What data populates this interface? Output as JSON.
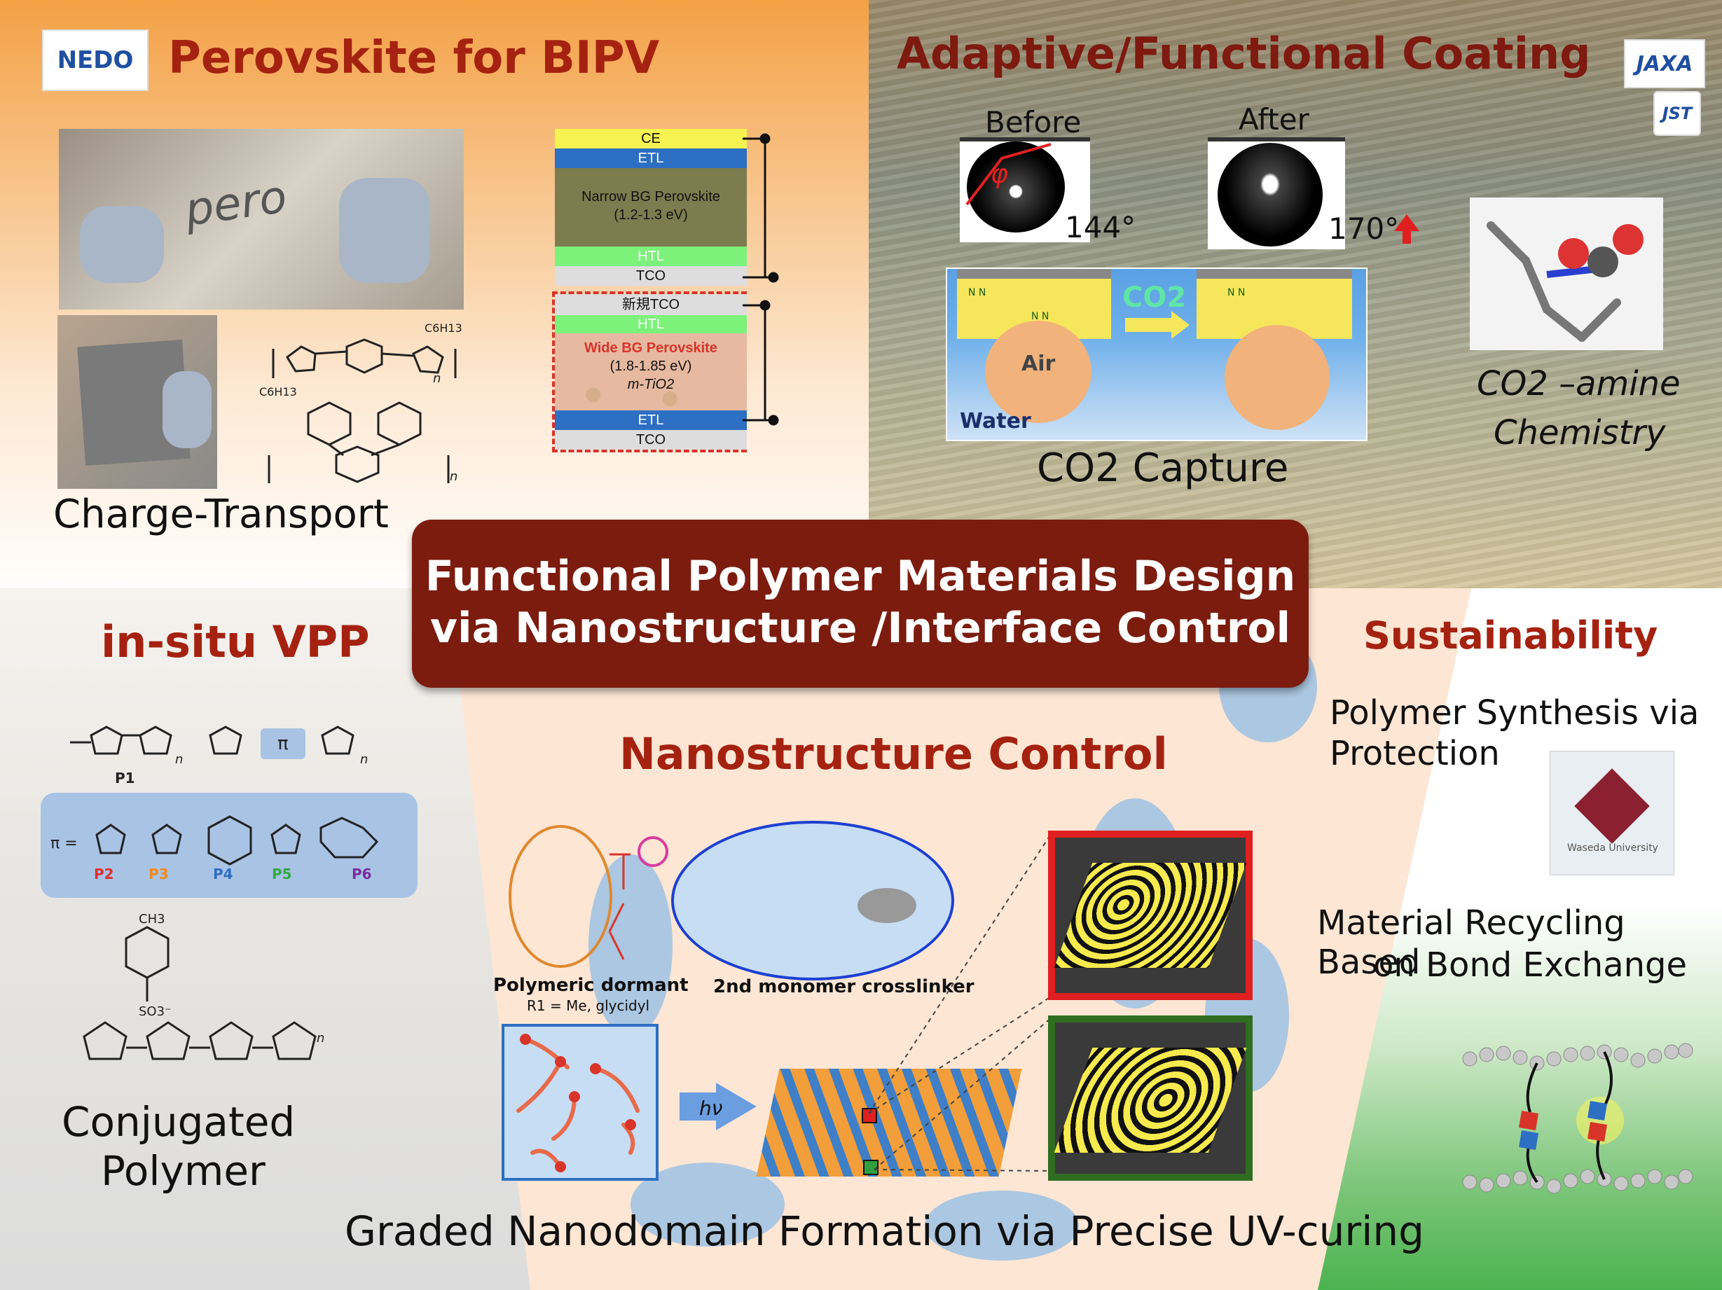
{
  "logos": {
    "nedo": "NEDO",
    "jaxa": "JAXA",
    "jst": "JST"
  },
  "top_left": {
    "title": "Perovskite for BIPV",
    "photo_text": "pero",
    "caption": "Charge-Transport",
    "molecule_labels": {
      "c6h13": "C6H13",
      "n": "n"
    },
    "stack": [
      "CE",
      "ETL",
      "Narrow BG Perovskite",
      "(1.2-1.3 eV)",
      "HTL",
      "TCO",
      "新規TCO",
      "HTL",
      "Wide BG Perovskite",
      "(1.8-1.85 eV)",
      "m-TiO2",
      "ETL",
      "TCO"
    ]
  },
  "top_right": {
    "title": "Adaptive/Functional Coating",
    "before": "Before",
    "after": "After",
    "angle_before": "144°",
    "angle_after": "170°",
    "phi": "φ",
    "co2": "CO2",
    "air": "Air",
    "water": "Water",
    "nn": "N N",
    "capture": "CO2 Capture",
    "chem_line1": "CO2 –amine",
    "chem_line2": "Chemistry"
  },
  "banner": {
    "line1": "Functional Polymer Materials Design",
    "line2": "via Nanostructure /Interface Control"
  },
  "bottom_left": {
    "title": "in-situ VPP",
    "p1": "P1",
    "pi": "π",
    "pi_eq": "π =",
    "n": "n",
    "p_labels": [
      "P2",
      "P3",
      "P4",
      "P5",
      "P6"
    ],
    "ch3": "CH3",
    "so3": "SO3⁻",
    "caption_line1": "Conjugated",
    "caption_line2": "Polymer"
  },
  "bottom_center": {
    "title": "Nanostructure Control",
    "dormant": "Polymeric dormant",
    "r1": "R1 = Me, glycidyl",
    "monomer": "2nd monomer crosslinker",
    "hv": "hν",
    "caption": "Graded Nanodomain Formation via Precise UV-curing"
  },
  "bottom_right": {
    "title": "Sustainability",
    "item1_line1": "Polymer Synthesis via",
    "item1_line2": "Protection",
    "waseda": "Waseda University",
    "item2_line1": "Material Recycling Based",
    "item2_line2": "on Bond Exchange"
  },
  "colors": {
    "banner": "#7b1c0f",
    "title_red": "#a52211",
    "p2": "#e03030",
    "p3": "#f08a1a",
    "p4": "#2d6fc2",
    "p5": "#34a845",
    "p6": "#7a2e9e"
  }
}
